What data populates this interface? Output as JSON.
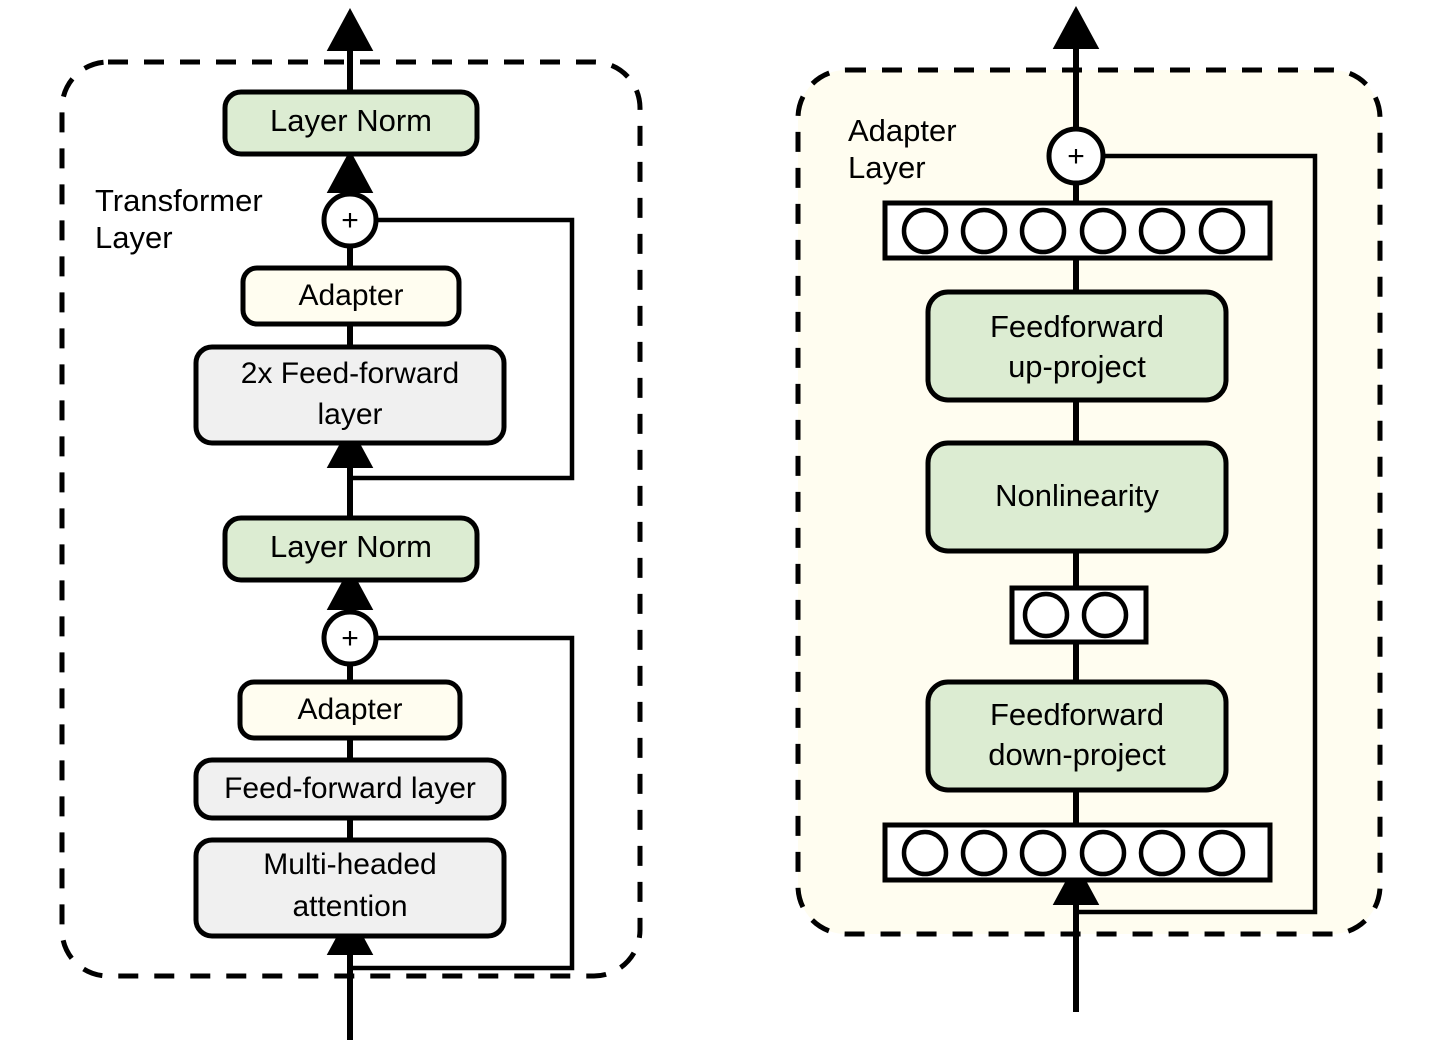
{
  "figure": {
    "background": "#ffffff",
    "stroke_color": "#000000"
  },
  "colors": {
    "green_fill": "#dcecd2",
    "cream_fill": "#fffdf0",
    "gray_fill": "#f0f0f0",
    "white_fill": "#ffffff",
    "stroke": "#000000"
  },
  "panels": [
    {
      "id": "transformer-layer-panel",
      "group_label": [
        "Transformer",
        "Layer"
      ],
      "border_style": "dashed",
      "fill": "#ffffff"
    },
    {
      "id": "adapter-layer-panel",
      "group_label": [
        "Adapter",
        "Layer"
      ],
      "border_style": "dashed",
      "fill": "#fffdf0"
    }
  ],
  "left_panel": {
    "group_label_line1": "Transformer",
    "group_label_line2": "Layer",
    "nodes": [
      {
        "id": "layer-norm-top",
        "label": "Layer Norm",
        "fill": "#dcecd2",
        "lines": [
          "Layer Norm"
        ]
      },
      {
        "id": "adapter-top",
        "label": "Adapter",
        "fill": "#fffdf0",
        "lines": [
          "Adapter"
        ]
      },
      {
        "id": "feed-forward-2x",
        "label": "2x Feed-forward layer",
        "fill": "#f0f0f0",
        "lines": [
          "2x Feed-forward",
          "layer"
        ]
      },
      {
        "id": "layer-norm-mid",
        "label": "Layer Norm",
        "fill": "#dcecd2",
        "lines": [
          "Layer Norm"
        ]
      },
      {
        "id": "adapter-bottom",
        "label": "Adapter",
        "fill": "#fffdf0",
        "lines": [
          "Adapter"
        ]
      },
      {
        "id": "feed-forward-layer",
        "label": "Feed-forward layer",
        "fill": "#f0f0f0",
        "lines": [
          "Feed-forward layer"
        ]
      },
      {
        "id": "multi-headed-attention",
        "label": "Multi-headed attention",
        "fill": "#f0f0f0",
        "lines": [
          "Multi-headed",
          "attention"
        ]
      }
    ],
    "adders": [
      {
        "id": "add-top",
        "symbol": "+"
      },
      {
        "id": "add-bottom",
        "symbol": "+"
      }
    ]
  },
  "right_panel": {
    "group_label_line1": "Adapter",
    "group_label_line2": "Layer",
    "nodes": [
      {
        "id": "feedforward-up-project",
        "label": "Feedforward up-project",
        "fill": "#dcecd2",
        "lines": [
          "Feedforward",
          "up-project"
        ]
      },
      {
        "id": "nonlinearity",
        "label": "Nonlinearity",
        "fill": "#dcecd2",
        "lines": [
          "Nonlinearity"
        ]
      },
      {
        "id": "feedforward-down-project",
        "label": "Feedforward down-project",
        "fill": "#dcecd2",
        "lines": [
          "Feedforward",
          "down-project"
        ]
      }
    ],
    "adders": [
      {
        "id": "add-adapter",
        "symbol": "+"
      }
    ],
    "neuron_rows": [
      {
        "id": "neuron-row-top",
        "count": 6,
        "fill": "#ffffff"
      },
      {
        "id": "neuron-row-bottleneck",
        "count": 2,
        "fill": "#ffffff"
      },
      {
        "id": "neuron-row-bottom",
        "count": 6,
        "fill": "#ffffff"
      }
    ]
  }
}
